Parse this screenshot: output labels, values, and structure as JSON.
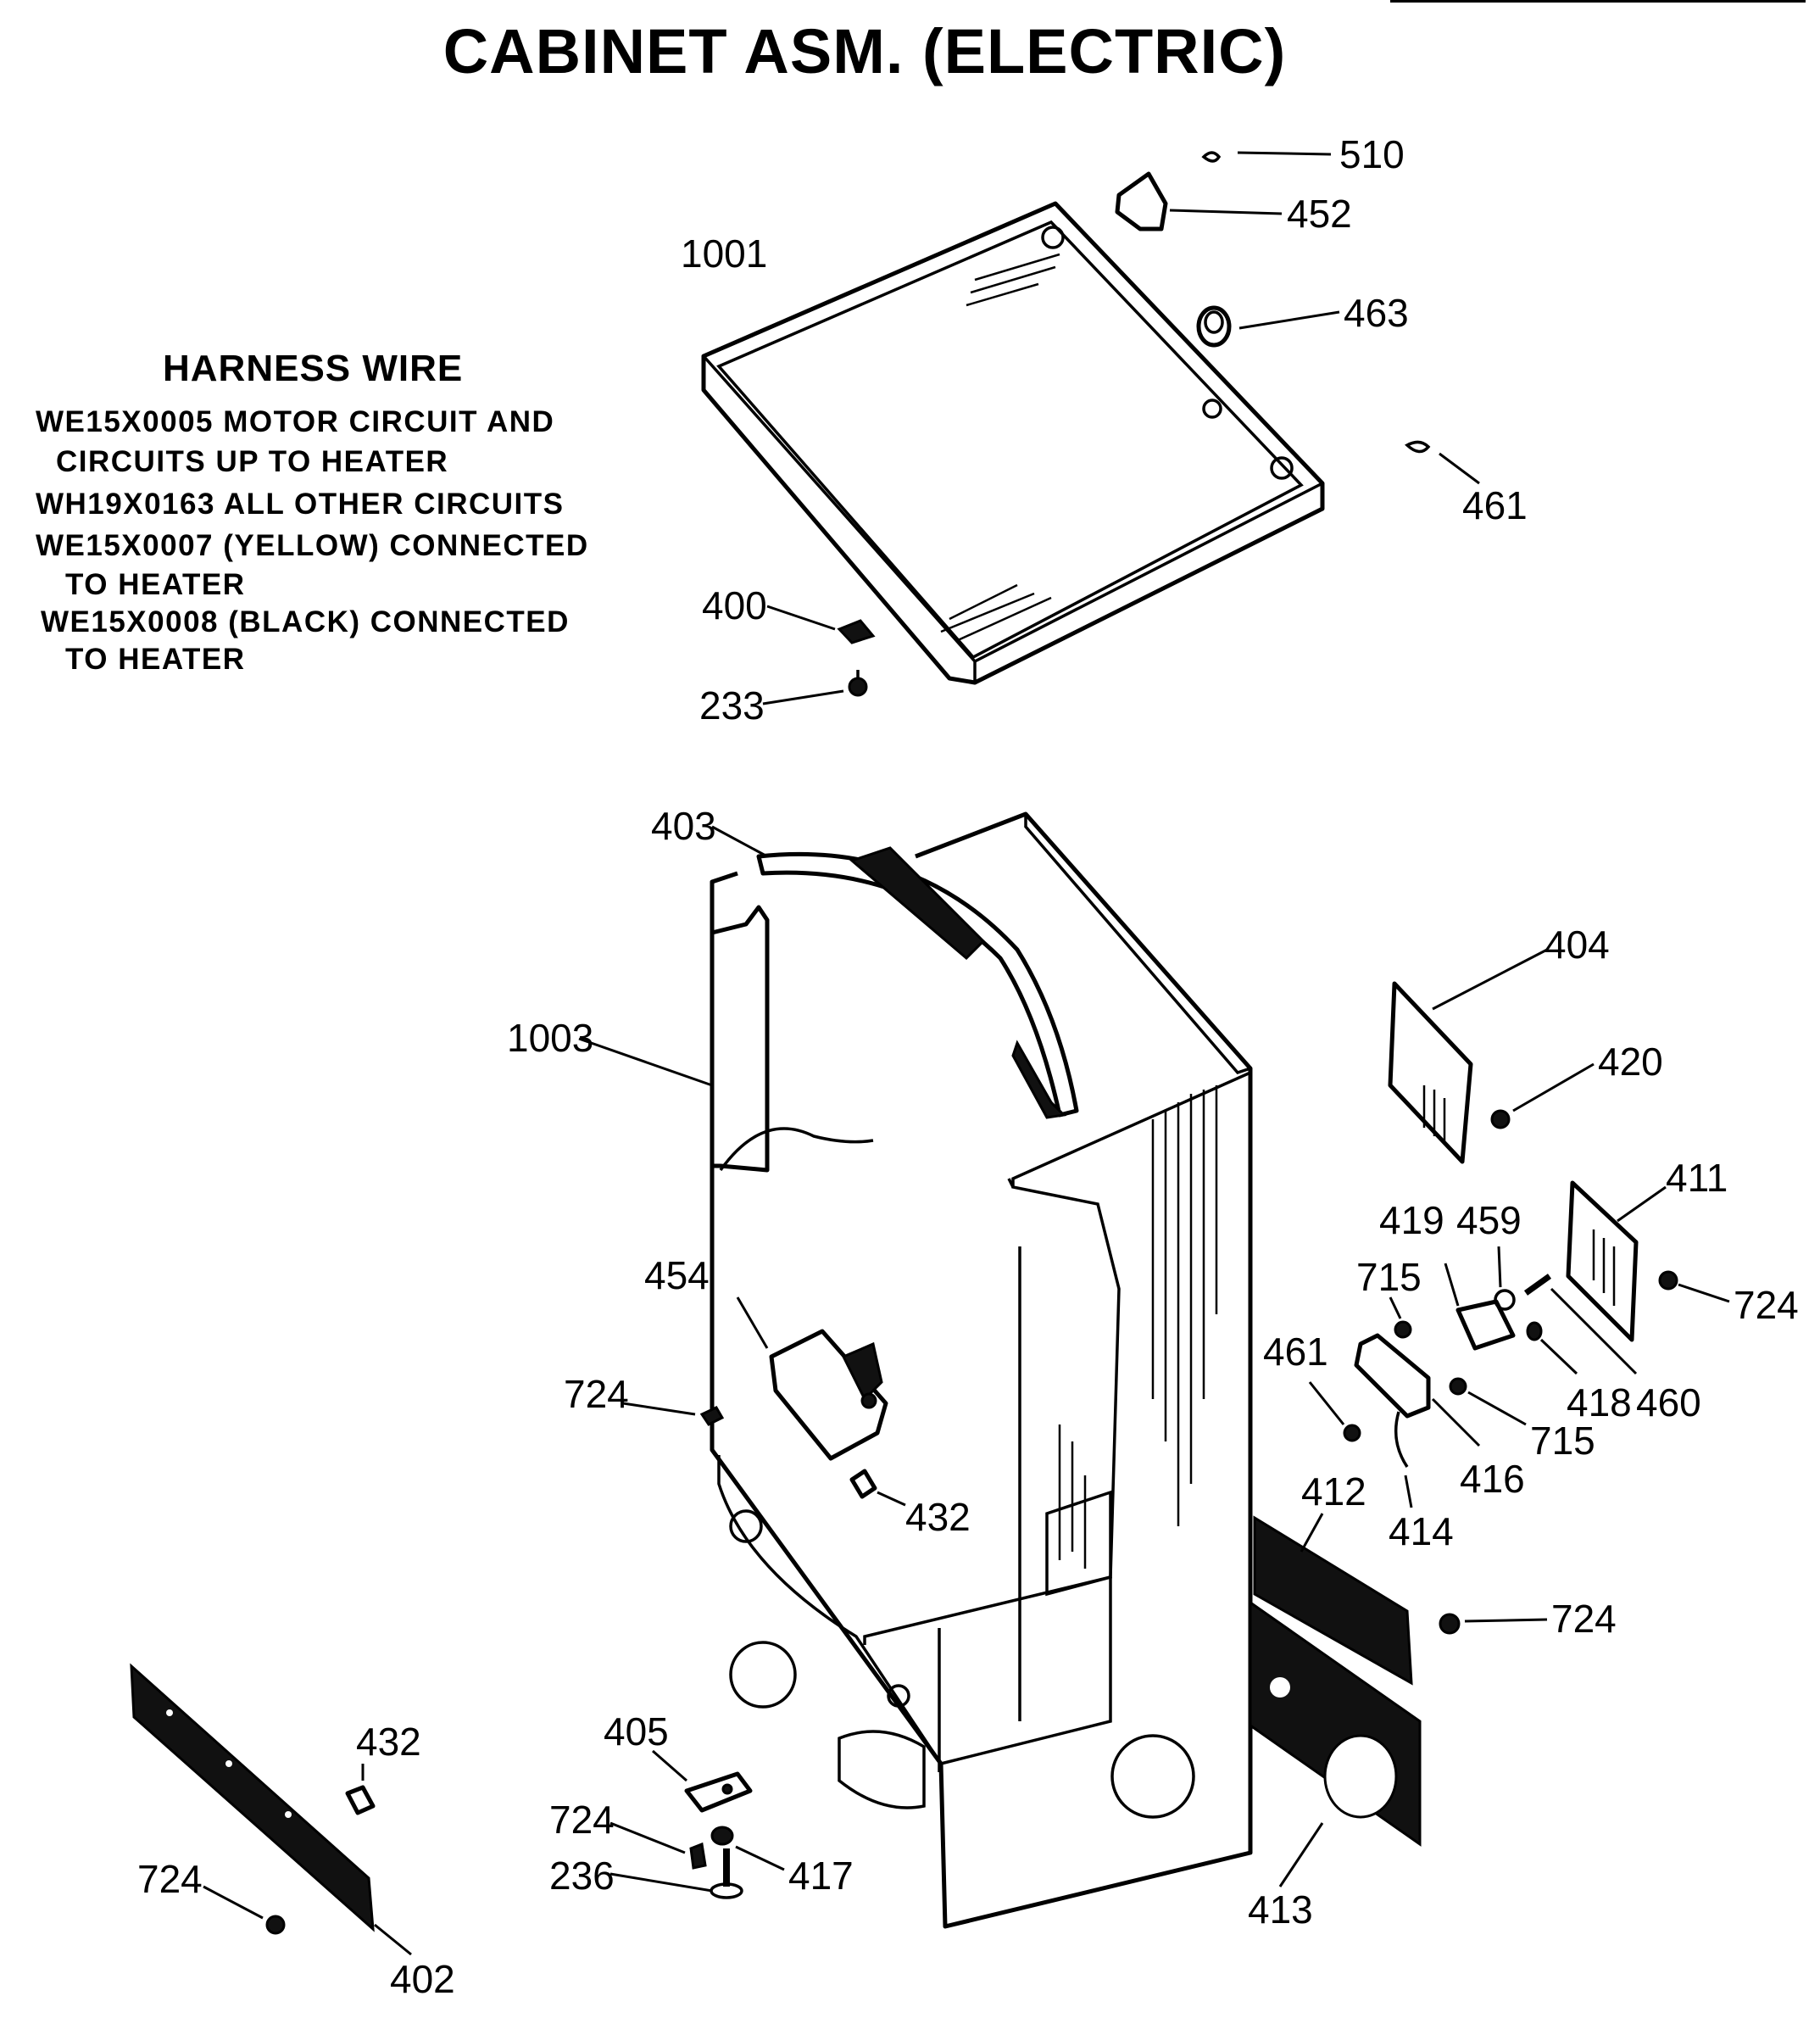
{
  "title": "CABINET ASM. (ELECTRIC)",
  "harness": {
    "heading": "HARNESS WIRE",
    "lines": [
      "WE15X0005 MOTOR CIRCUIT AND",
      "CIRCUITS UP TO HEATER",
      "WH19X0163 ALL OTHER CIRCUITS",
      "WE15X0007 (YELLOW) CONNECTED",
      "TO HEATER",
      "WE15X0008 (BLACK) CONNECTED",
      "TO HEATER"
    ]
  },
  "callouts": {
    "c510": "510",
    "c452": "452",
    "c1001": "1001",
    "c463": "463",
    "c461a": "461",
    "c400": "400",
    "c233": "233",
    "c403": "403",
    "c404": "404",
    "c1003": "1003",
    "c420": "420",
    "c411": "411",
    "c419": "419",
    "c459": "459",
    "c454": "454",
    "c715a": "715",
    "c724a": "724",
    "c461b": "461",
    "c724b": "724",
    "c418": "418",
    "c460": "460",
    "c715b": "715",
    "c416": "416",
    "c432a": "432",
    "c412": "412",
    "c414": "414",
    "c724c": "724",
    "c432b": "432",
    "c405": "405",
    "c724d": "724",
    "c417": "417",
    "c236": "236",
    "c724e": "724",
    "c413": "413",
    "c402": "402"
  }
}
